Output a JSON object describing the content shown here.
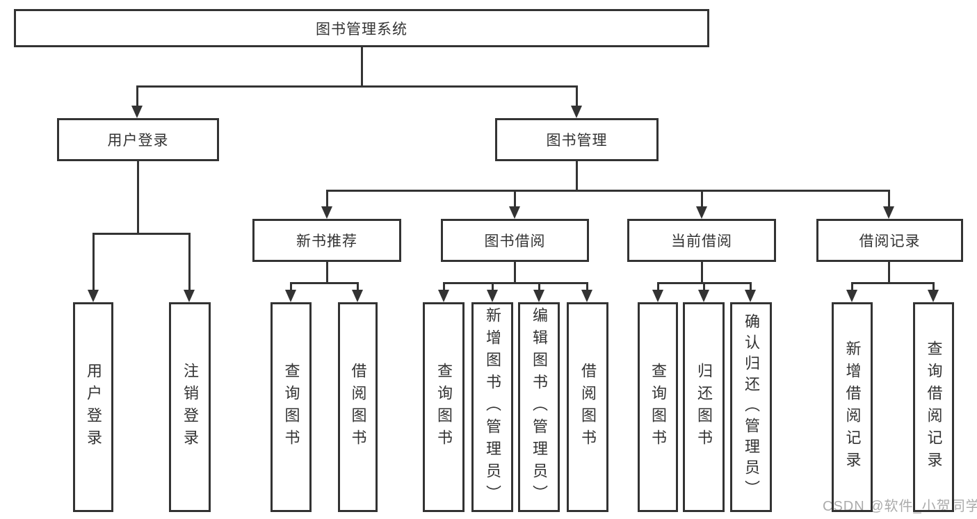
{
  "diagram": {
    "root": {
      "label": "图书管理系统"
    },
    "level2": [
      {
        "label": "用户登录",
        "children": [
          {
            "label": "用户登录"
          },
          {
            "label": "注销登录"
          }
        ]
      },
      {
        "label": "图书管理"
      }
    ],
    "level3": [
      {
        "label": "新书推荐",
        "children": [
          {
            "label": "查询图书"
          },
          {
            "label": "借阅图书"
          }
        ]
      },
      {
        "label": "图书借阅",
        "children": [
          {
            "label": "查询图书"
          },
          {
            "label": "新增图书（管理员）"
          },
          {
            "label": "编辑图书（管理员）"
          },
          {
            "label": "借阅图书"
          }
        ]
      },
      {
        "label": "当前借阅",
        "children": [
          {
            "label": "查询图书"
          },
          {
            "label": "归还图书"
          },
          {
            "label": "确认归还（管理员）"
          }
        ]
      },
      {
        "label": "借阅记录",
        "children": [
          {
            "label": "新增借阅记录"
          },
          {
            "label": "查询借阅记录"
          }
        ]
      }
    ]
  },
  "watermark": {
    "text": "CSDN @软件_小贺同学"
  },
  "colors": {
    "line": "#333333",
    "node_border": "#333333",
    "text": "#333333",
    "watermark": "#ababab",
    "background": "#ffffff"
  }
}
